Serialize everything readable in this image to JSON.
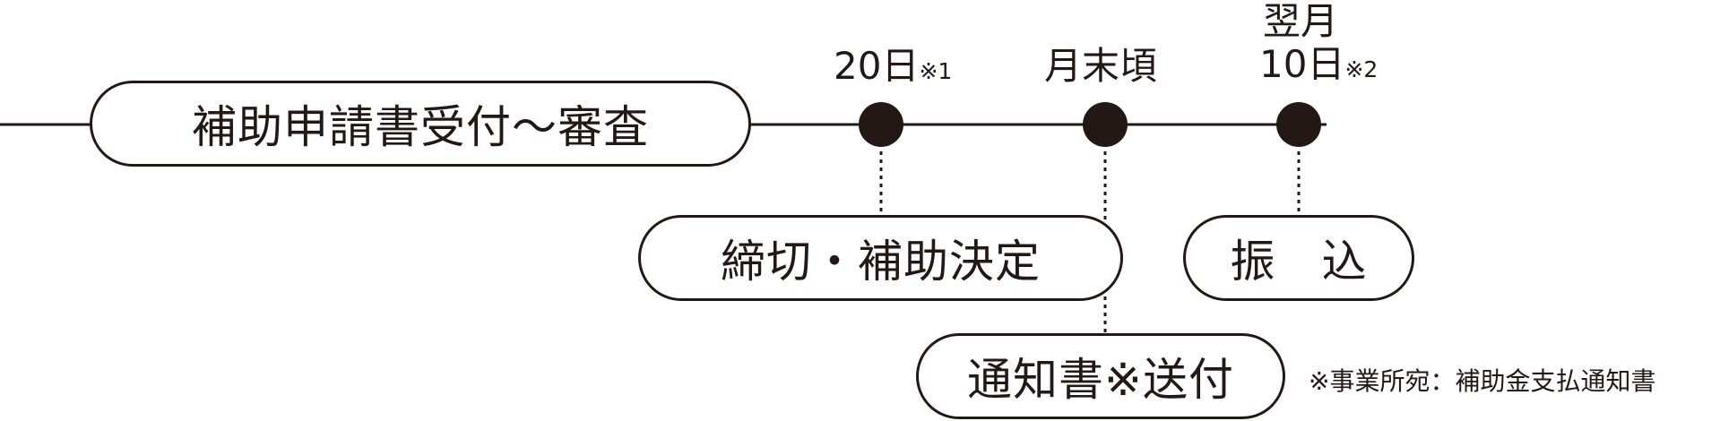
{
  "flow": {
    "step1": "補助申請書受付〜審査",
    "step2": "締切・補助決定",
    "step3": "振　込",
    "step4": "通知書※送付"
  },
  "timeline": {
    "point1_label": "20日",
    "point1_mark": "※1",
    "point2_label": "月末頃",
    "point3_label_line1": "翌月",
    "point3_label_line2": "10日",
    "point3_mark": "※2"
  },
  "footnote": "※事業所宛：補助金支払通知書",
  "colors": {
    "ink": "#231815",
    "background": "#ffffff"
  }
}
